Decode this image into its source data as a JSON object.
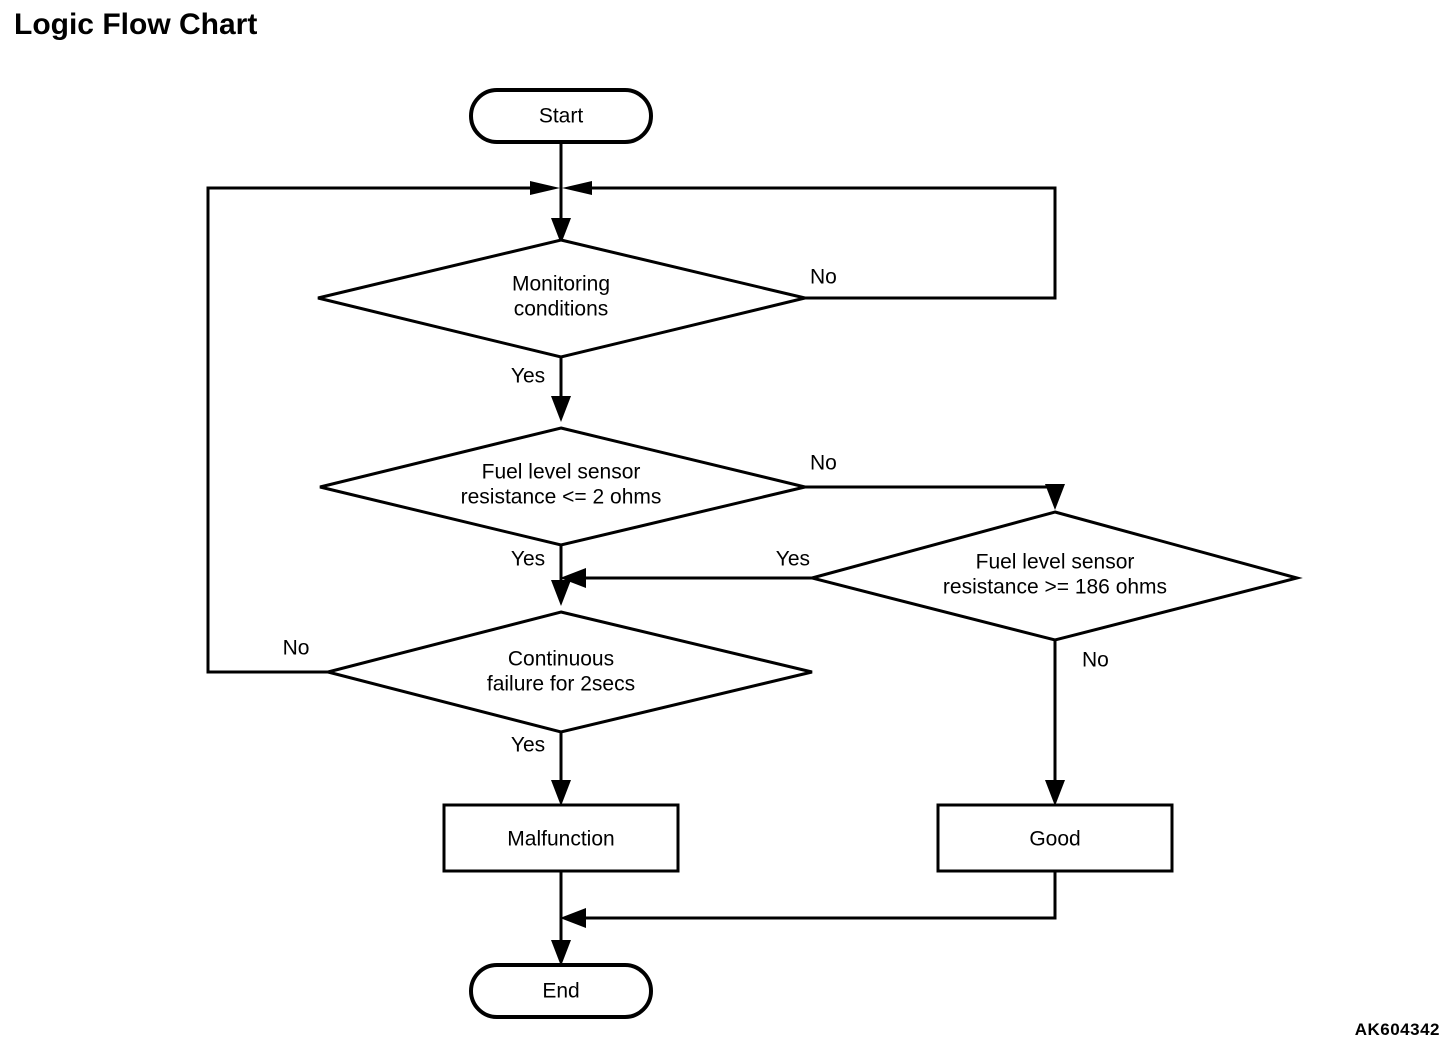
{
  "page": {
    "title": "Logic Flow Chart",
    "reference_code": "AK604342",
    "background_color": "#ffffff",
    "line_color": "#000000"
  },
  "chart_data": {
    "type": "diagram",
    "diagram_kind": "flowchart",
    "title": "Logic Flow Chart",
    "nodes": [
      {
        "id": "start",
        "shape": "terminator",
        "label": "Start"
      },
      {
        "id": "monitoring",
        "shape": "decision",
        "label_line1": "Monitoring",
        "label_line2": "conditions"
      },
      {
        "id": "res_low",
        "shape": "decision",
        "label_line1": "Fuel level sensor",
        "label_line2": "resistance <= 2 ohms"
      },
      {
        "id": "res_high",
        "shape": "decision",
        "label_line1": "Fuel level sensor",
        "label_line2": "resistance >= 186 ohms"
      },
      {
        "id": "continuous",
        "shape": "decision",
        "label_line1": "Continuous",
        "label_line2": "failure for 2secs"
      },
      {
        "id": "malfunction",
        "shape": "process",
        "label": "Malfunction"
      },
      {
        "id": "good",
        "shape": "process",
        "label": "Good"
      },
      {
        "id": "end",
        "shape": "terminator",
        "label": "End"
      }
    ],
    "edges": [
      {
        "from": "start",
        "to": "monitoring",
        "label": ""
      },
      {
        "from": "monitoring",
        "to": "monitoring",
        "label": "No",
        "note": "loops back to entry junction"
      },
      {
        "from": "monitoring",
        "to": "res_low",
        "label": "Yes"
      },
      {
        "from": "res_low",
        "to": "res_high",
        "label": "No"
      },
      {
        "from": "res_low",
        "to": "continuous",
        "label": "Yes"
      },
      {
        "from": "res_high",
        "to": "continuous",
        "label": "Yes"
      },
      {
        "from": "res_high",
        "to": "good",
        "label": "No"
      },
      {
        "from": "continuous",
        "to": "monitoring",
        "label": "No",
        "note": "loops back to entry junction"
      },
      {
        "from": "continuous",
        "to": "malfunction",
        "label": "Yes"
      },
      {
        "from": "malfunction",
        "to": "end",
        "label": ""
      },
      {
        "from": "good",
        "to": "end",
        "label": ""
      }
    ]
  },
  "labels": {
    "start": "Start",
    "monitoring_l1": "Monitoring",
    "monitoring_l2": "conditions",
    "res_low_l1": "Fuel level sensor",
    "res_low_l2": "resistance <= 2 ohms",
    "res_high_l1": "Fuel level sensor",
    "res_high_l2": "resistance >= 186 ohms",
    "continuous_l1": "Continuous",
    "continuous_l2": "failure for 2secs",
    "malfunction": "Malfunction",
    "good": "Good",
    "end": "End"
  },
  "edge_labels": {
    "monitoring_no": "No",
    "monitoring_yes": "Yes",
    "res_low_no": "No",
    "res_low_yes": "Yes",
    "res_high_yes": "Yes",
    "res_high_no": "No",
    "continuous_no": "No",
    "continuous_yes": "Yes"
  }
}
